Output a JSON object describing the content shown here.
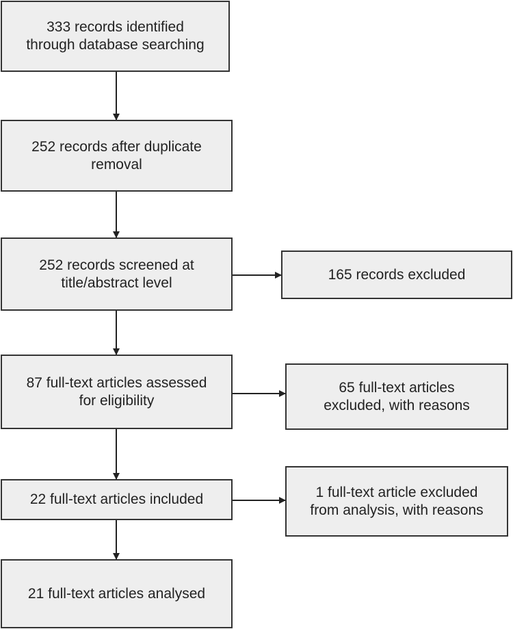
{
  "diagram": {
    "colors": {
      "box_fill": "#eeeeee",
      "box_border": "#333333",
      "arrow": "#222222",
      "text": "#222222"
    },
    "steps": [
      {
        "id": "identified",
        "lines": [
          "333 records identified",
          "through database searching"
        ]
      },
      {
        "id": "deduplicated",
        "lines": [
          "252 records after duplicate",
          "removal"
        ]
      },
      {
        "id": "screened",
        "lines": [
          "252 records screened at",
          "title/abstract level"
        ]
      },
      {
        "id": "assessed",
        "lines": [
          "87 full-text articles assessed",
          "for eligibility"
        ]
      },
      {
        "id": "included",
        "lines": [
          "22 full-text articles included"
        ]
      },
      {
        "id": "analysed",
        "lines": [
          "21 full-text articles analysed"
        ]
      }
    ],
    "exclusions": [
      {
        "id": "excluded-records",
        "lines": [
          "165 records excluded"
        ]
      },
      {
        "id": "excluded-fulltext",
        "lines": [
          "65 full-text articles",
          "excluded, with reasons"
        ]
      },
      {
        "id": "excluded-analysis",
        "lines": [
          "1 full-text article excluded",
          "from analysis, with reasons"
        ]
      }
    ]
  }
}
